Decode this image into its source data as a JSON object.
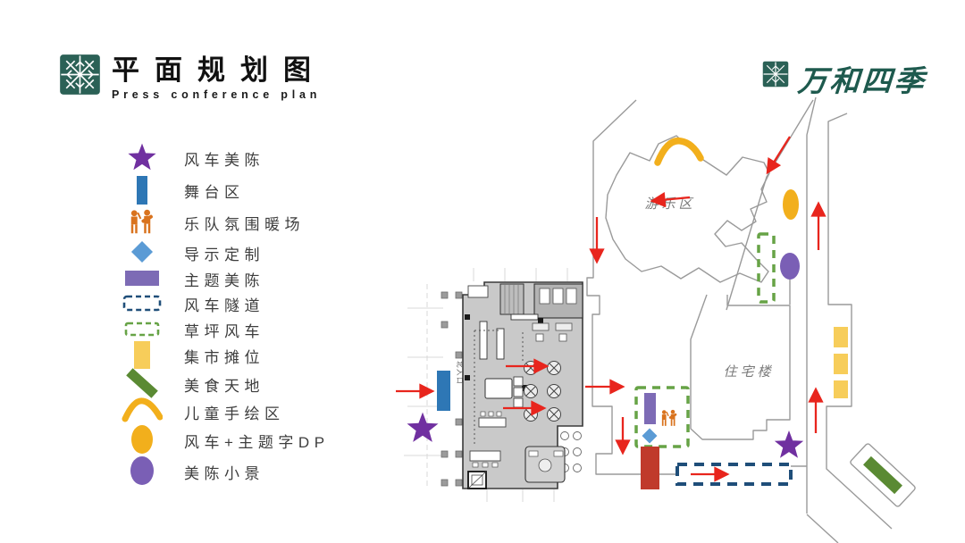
{
  "header": {
    "title": "平面规划图",
    "subtitle": "Press conference plan"
  },
  "brand": {
    "name": "万和四季"
  },
  "legend": {
    "items": [
      {
        "id": "windmill-star",
        "label": "风车美陈",
        "color": "#7030A0",
        "icon": "star-icon"
      },
      {
        "id": "stage-area",
        "label": "舞台区",
        "color": "#2E77B5",
        "icon": "stage-bar-icon"
      },
      {
        "id": "band-warmup",
        "label": "乐队氛围暖场",
        "color": "#D9731E",
        "icon": "band-icon"
      },
      {
        "id": "signage-custom",
        "label": "导示定制",
        "color": "#5B9BD5",
        "icon": "diamond-icon"
      },
      {
        "id": "theme-deco",
        "label": "主题美陈",
        "color": "#7D6BB5",
        "icon": "purple-rect-icon"
      },
      {
        "id": "windmill-tunnel",
        "label": "风车隧道",
        "color": "#1F4E79",
        "icon": "dashed-rect-blue-icon"
      },
      {
        "id": "lawn-windmill",
        "label": "草坪风车",
        "color": "#67A346",
        "icon": "dashed-rect-green-icon"
      },
      {
        "id": "market-stall",
        "label": "集市摊位",
        "color": "#F7CD5A",
        "icon": "yellow-rect-icon"
      },
      {
        "id": "food-court",
        "label": "美食天地",
        "color": "#5A8A33",
        "icon": "green-diagonal-icon"
      },
      {
        "id": "kids-drawing",
        "label": "儿童手绘区",
        "color": "#F2AF1C",
        "icon": "arc-icon"
      },
      {
        "id": "windmill-dp",
        "label": "风车+主题字DP",
        "color": "#F2AF1C",
        "icon": "yellow-ellipse-icon"
      },
      {
        "id": "deco-scenery",
        "label": "美陈小景",
        "color": "#7A5FB5",
        "icon": "purple-ellipse-icon"
      }
    ]
  },
  "map": {
    "area_labels": [
      {
        "text": "游乐区"
      },
      {
        "text": "住宅楼"
      }
    ],
    "entrance_label": "北入口"
  },
  "colors": {
    "brand_green": "#1E5A4E",
    "arrow_red": "#E8251D",
    "map_line": "#9A9A9A",
    "stage_blue": "#2E77B5",
    "star_purple": "#7030A0",
    "stall_yellow": "#F7CD5A",
    "tunnel_navy": "#1F4E79",
    "lawn_green": "#67A346",
    "red_block": "#C03A2B"
  }
}
